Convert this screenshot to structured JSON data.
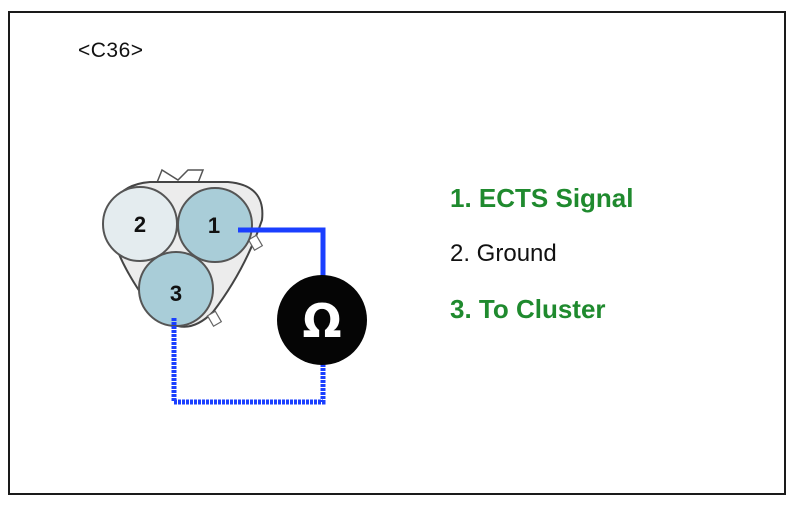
{
  "connector": {
    "id": "<C36>",
    "pins": [
      {
        "number": "1"
      },
      {
        "number": "2"
      },
      {
        "number": "3"
      }
    ]
  },
  "meter": {
    "symbol": "Ω",
    "icon": "ohm-icon"
  },
  "legend": [
    {
      "text": "1. ECTS Signal",
      "highlighted": true
    },
    {
      "text": "2. Ground",
      "highlighted": false
    },
    {
      "text": "3. To Cluster",
      "highlighted": true
    }
  ],
  "colors": {
    "highlight_text": "#1f8a2e",
    "normal_text": "#111111",
    "wire": "#1a3fff",
    "pin_fill": "#a9cdd8",
    "pin_fill_light": "#e4ecef",
    "connector_body": "#ececec",
    "meter_fill": "#050505"
  }
}
